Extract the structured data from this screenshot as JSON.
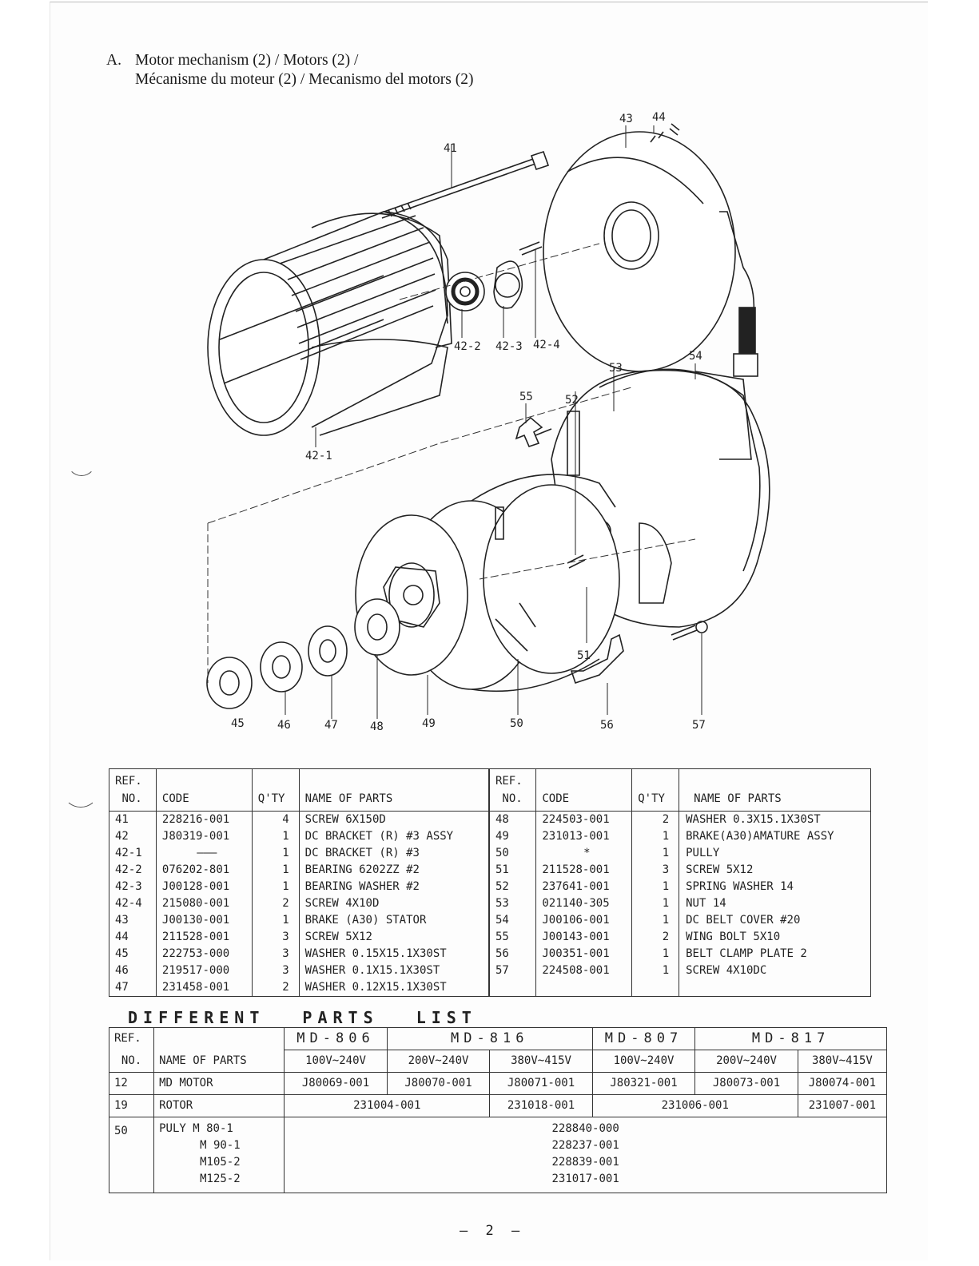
{
  "heading": {
    "letter": "A.",
    "line1": "Motor mechanism (2) / Motors (2) /",
    "line2": "Mécanisme du moteur (2) / Mecanismo del motors (2)"
  },
  "diagram": {
    "callouts": [
      "41",
      "43",
      "44",
      "42-2",
      "42-3",
      "42-4",
      "53",
      "54",
      "55",
      "52",
      "42-1",
      "51",
      "45",
      "46",
      "47",
      "48",
      "49",
      "50",
      "56",
      "57"
    ]
  },
  "parts_table": {
    "headers": {
      "ref_line1": "REF.",
      "ref_line2": "NO.",
      "code": "CODE",
      "qty": "Q'TY",
      "name": "NAME OF PARTS"
    },
    "left": [
      {
        "ref": "41",
        "code": "228216-001",
        "qty": "4",
        "name": "SCREW 6X150D"
      },
      {
        "ref": "42",
        "code": "J80319-001",
        "qty": "1",
        "name": "DC BRACKET (R) #3 ASSY"
      },
      {
        "ref": "42-1",
        "code": "———",
        "qty": "1",
        "name": "DC BRACKET (R) #3"
      },
      {
        "ref": "42-2",
        "code": "076202-801",
        "qty": "1",
        "name": "BEARING 6202ZZ #2"
      },
      {
        "ref": "42-3",
        "code": "J00128-001",
        "qty": "1",
        "name": "BEARING WASHER #2"
      },
      {
        "ref": "42-4",
        "code": "215080-001",
        "qty": "2",
        "name": "SCREW 4X10D"
      },
      {
        "ref": "43",
        "code": "J00130-001",
        "qty": "1",
        "name": "BRAKE (A30) STATOR"
      },
      {
        "ref": "44",
        "code": "211528-001",
        "qty": "3",
        "name": "SCREW 5X12"
      },
      {
        "ref": "45",
        "code": "222753-000",
        "qty": "3",
        "name": "WASHER 0.15X15.1X30ST"
      },
      {
        "ref": "46",
        "code": "219517-000",
        "qty": "3",
        "name": "WASHER 0.1X15.1X30ST"
      },
      {
        "ref": "47",
        "code": "231458-001",
        "qty": "2",
        "name": "WASHER 0.12X15.1X30ST"
      }
    ],
    "right": [
      {
        "ref": "48",
        "code": "224503-001",
        "qty": "2",
        "name": "WASHER 0.3X15.1X30ST"
      },
      {
        "ref": "49",
        "code": "231013-001",
        "qty": "1",
        "name": "BRAKE(A30)AMATURE ASSY"
      },
      {
        "ref": "50",
        "code": "*",
        "qty": "1",
        "name": "PULLY"
      },
      {
        "ref": "51",
        "code": "211528-001",
        "qty": "3",
        "name": "SCREW 5X12"
      },
      {
        "ref": "52",
        "code": "237641-001",
        "qty": "1",
        "name": "SPRING WASHER 14"
      },
      {
        "ref": "53",
        "code": "021140-305",
        "qty": "1",
        "name": "NUT 14"
      },
      {
        "ref": "54",
        "code": "J00106-001",
        "qty": "1",
        "name": "DC BELT COVER #20"
      },
      {
        "ref": "55",
        "code": "J00143-001",
        "qty": "2",
        "name": "WING BOLT 5X10"
      },
      {
        "ref": "56",
        "code": "J00351-001",
        "qty": "1",
        "name": "BELT CLAMP PLATE 2"
      },
      {
        "ref": "57",
        "code": "224508-001",
        "qty": "1",
        "name": "SCREW 4X10DC"
      },
      {
        "ref": "",
        "code": "",
        "qty": "",
        "name": ""
      }
    ]
  },
  "different_parts": {
    "title_words": [
      "DIFFERENT",
      "PARTS",
      "LIST"
    ],
    "ref_line1": "REF.",
    "ref_line2": "NO.",
    "name_header": "NAME OF PARTS",
    "models": [
      "MD-806",
      "MD-816",
      "MD-807",
      "MD-817"
    ],
    "voltages": [
      "100V~240V",
      "200V~240V",
      "380V~415V",
      "100V~240V",
      "200V~240V",
      "380V~415V"
    ],
    "row12": {
      "ref": "12",
      "name": "MD MOTOR",
      "codes": [
        "J80069-001",
        "J80070-001",
        "J80071-001",
        "J80321-001",
        "J80073-001",
        "J80074-001"
      ]
    },
    "row19": {
      "ref": "19",
      "name": "ROTOR",
      "codes": [
        "231004-001",
        "231018-001",
        "231006-001",
        "231007-001"
      ]
    },
    "row50": {
      "ref": "50",
      "names": [
        "PULY M 80-1",
        "M 90-1",
        "M105-2",
        "M125-2"
      ],
      "codes": [
        "228840-000",
        "228237-001",
        "228839-001",
        "231017-001"
      ]
    }
  },
  "footer": {
    "page": "— 2 —"
  }
}
